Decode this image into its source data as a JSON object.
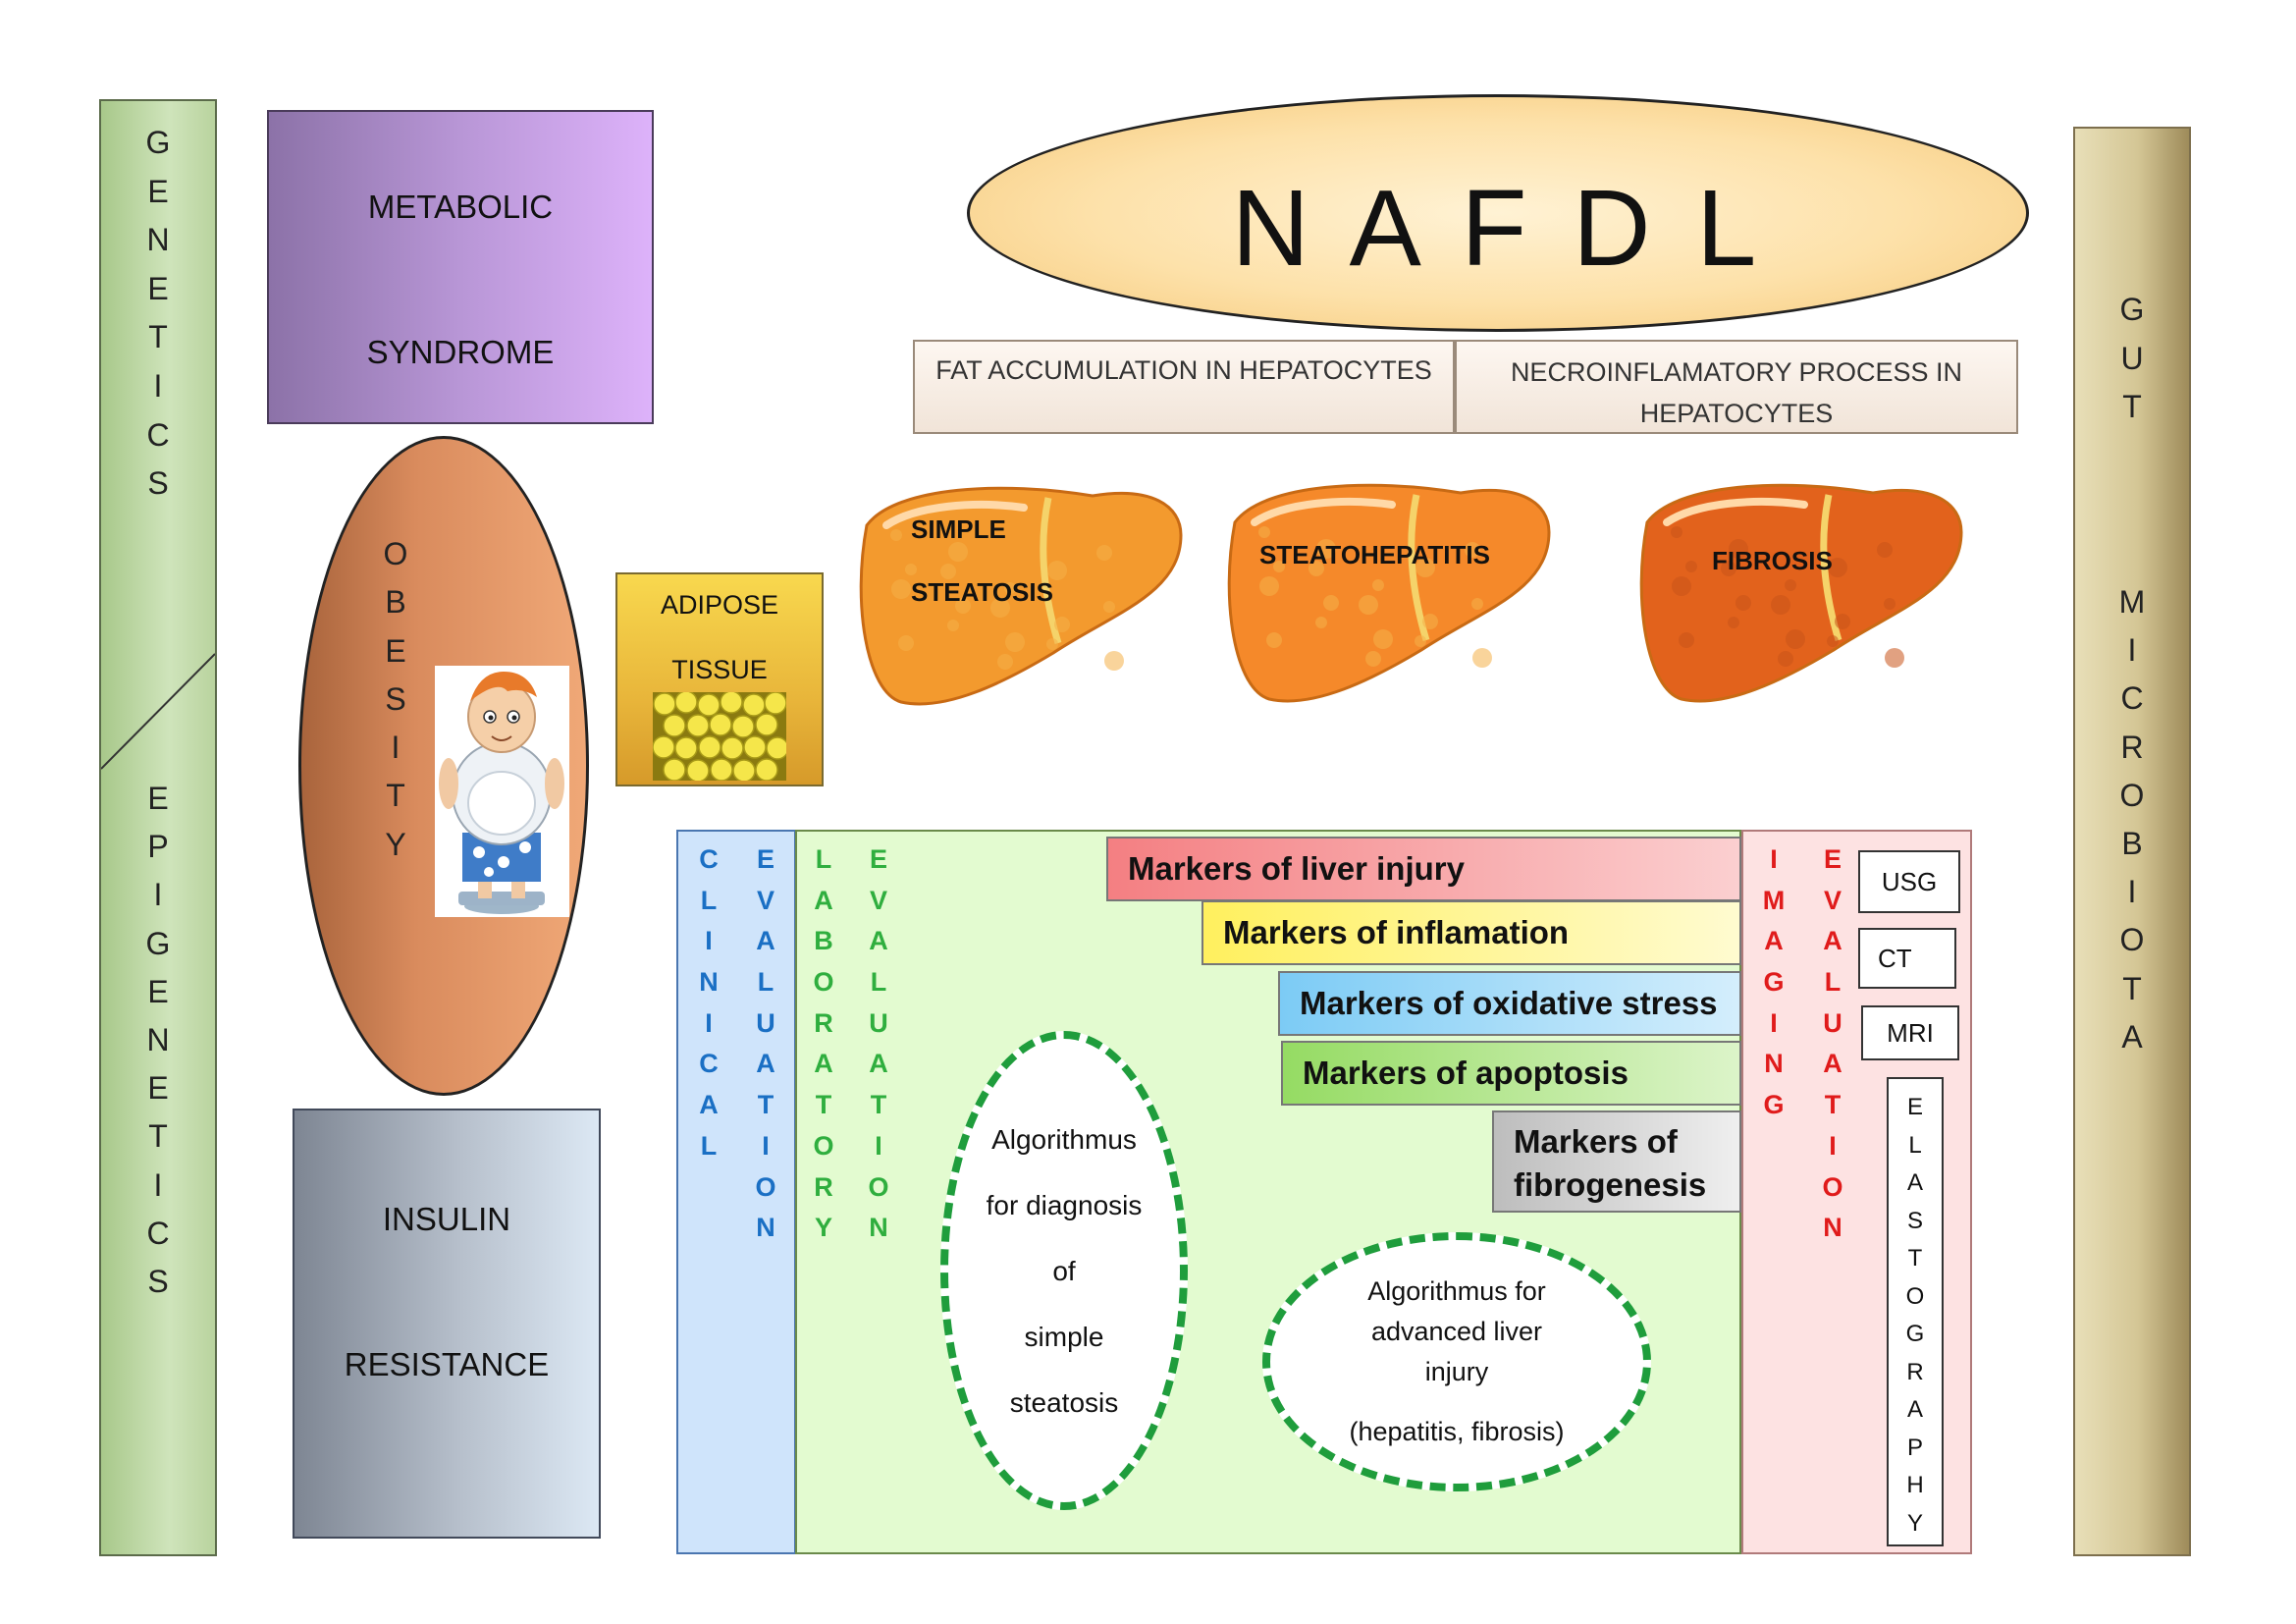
{
  "title": "N A F D L",
  "header_boxes": {
    "fat": "FAT ACCUMULATION IN HEPATOCYTES",
    "necro": "NECROINFLAMATORY PROCESS IN HEPATOCYTES"
  },
  "left_bar": {
    "top_letters": [
      "G",
      "E",
      "N",
      "E",
      "T",
      "I",
      "C",
      "S"
    ],
    "bottom_letters": [
      "E",
      "P",
      "I",
      "G",
      "E",
      "N",
      "E",
      "T",
      "I",
      "C",
      "S"
    ]
  },
  "right_bar": {
    "word1": [
      "G",
      "U",
      "T"
    ],
    "word2": [
      "M",
      "I",
      "C",
      "R",
      "O",
      "B",
      "I",
      "O",
      "T",
      "A"
    ]
  },
  "metabolic": {
    "line1": "METABOLIC",
    "line2": "SYNDROME"
  },
  "obesity": {
    "letters": [
      "O",
      "B",
      "E",
      "S",
      "I",
      "T",
      "Y"
    ]
  },
  "insulin": {
    "line1": "INSULIN",
    "line2": "RESISTANCE"
  },
  "adipose": {
    "line1": "ADIPOSE",
    "line2": "TISSUE"
  },
  "livers": [
    {
      "label_line1": "SIMPLE",
      "label_line2": "STEATOSIS",
      "color": "#f39a2e"
    },
    {
      "label_line1": "STEATOHEPATITIS",
      "label_line2": "",
      "color": "#f5892a"
    },
    {
      "label_line1": "FIBROSIS",
      "label_line2": "",
      "color": "#e2621c"
    }
  ],
  "clinical": {
    "col1": [
      "C",
      "L",
      "I",
      "N",
      "I",
      "C",
      "A",
      "L"
    ],
    "col2": [
      "E",
      "V",
      "A",
      "L",
      "U",
      "A",
      "T",
      "I",
      "O",
      "N"
    ]
  },
  "laboratory": {
    "col1": [
      "L",
      "A",
      "B",
      "O",
      "R",
      "A",
      "T",
      "O",
      "R",
      "Y"
    ],
    "col2": [
      "E",
      "V",
      "A",
      "L",
      "U",
      "A",
      "T",
      "I",
      "O",
      "N"
    ]
  },
  "imaging": {
    "col1": [
      "I",
      "M",
      "A",
      "G",
      "I",
      "N",
      "G"
    ],
    "col2": [
      "E",
      "V",
      "A",
      "L",
      "U",
      "A",
      "T",
      "I",
      "O",
      "N"
    ]
  },
  "markers": [
    {
      "label": "Markers of liver injury",
      "color": "#f4878a"
    },
    {
      "label": "Markers of inflamation",
      "color": "#fff26e"
    },
    {
      "label": "Markers of oxidative stress",
      "color": "#8fd2f5"
    },
    {
      "label": "Markers of apoptosis",
      "color": "#a6e27a"
    },
    {
      "label": "Markers of fibrogenesis",
      "color": "#c8c8c8"
    }
  ],
  "algorithms": {
    "simple": [
      "Algorithmus",
      "for diagnosis",
      "of",
      "simple",
      "steatosis"
    ],
    "advanced": [
      "Algorithmus for",
      "advanced liver",
      "injury",
      "(hepatitis, fibrosis)"
    ]
  },
  "imaging_methods": {
    "usg": "USG",
    "ct": "CT",
    "mri": "MRI",
    "elasto": [
      "E",
      "L",
      "A",
      "S",
      "T",
      "O",
      "G",
      "R",
      "A",
      "P",
      "H",
      "Y"
    ]
  }
}
